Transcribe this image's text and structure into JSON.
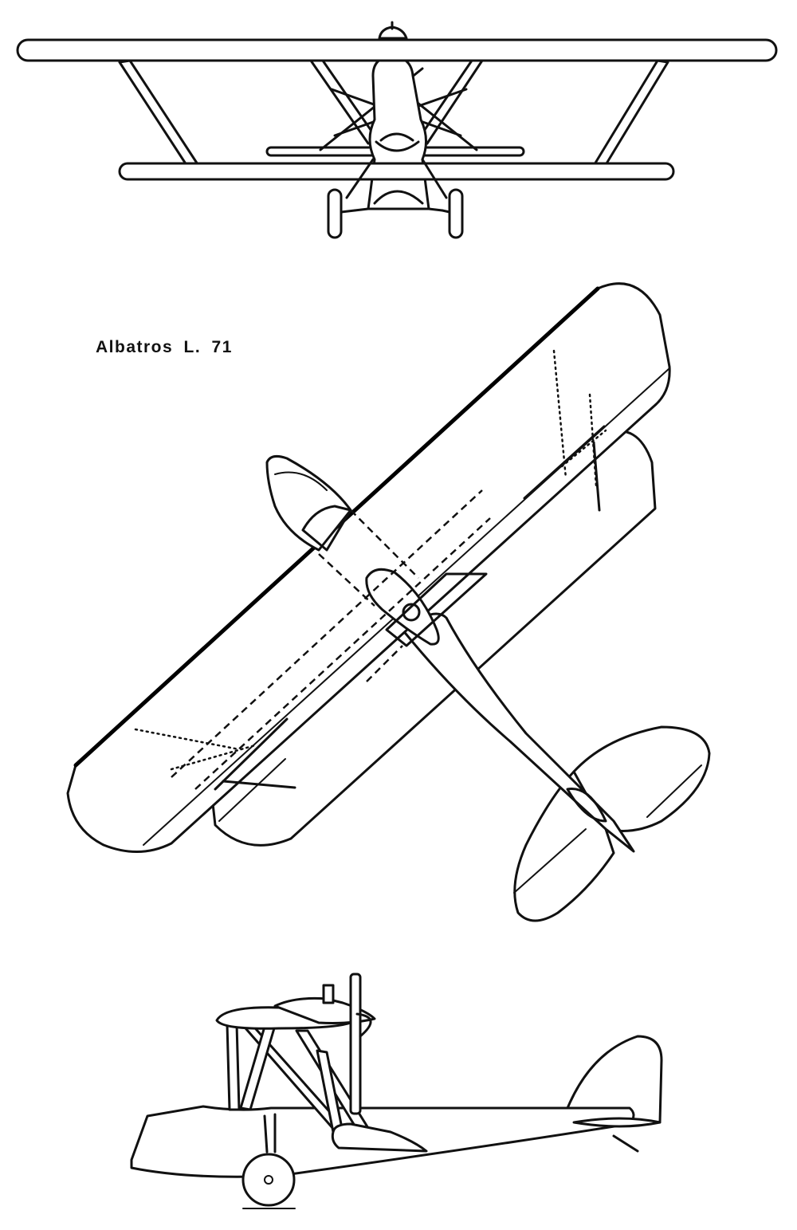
{
  "title": "Albatros L. 71",
  "views": {
    "front": "front-view",
    "top": "top-view",
    "side": "side-view"
  },
  "colors": {
    "ink": "#111111",
    "paper": "#ffffff"
  }
}
